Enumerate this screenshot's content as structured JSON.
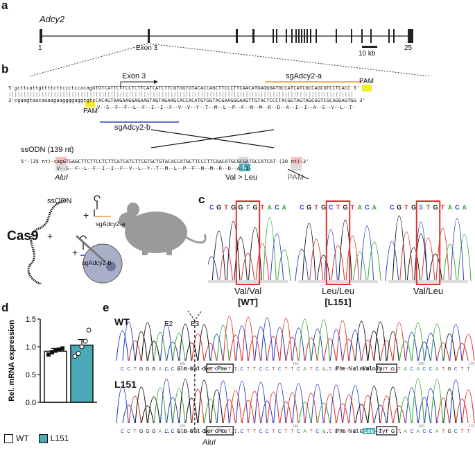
{
  "panels": {
    "a": "a",
    "b": "b",
    "c": "c",
    "d": "d",
    "e": "e"
  },
  "panel_a": {
    "gene": "Adcy2",
    "start_label": "1",
    "end_label": "25",
    "exon_label": "Exon 3",
    "scale_label": "10 kb"
  },
  "panel_b": {
    "exon3": "Exon 3",
    "sg_a": "sgAdcy2-a",
    "sg_b": "sgAdcy2-b",
    "pam_top": "PAM",
    "pam_bottom": "PAM",
    "top_strand": "5'gcttcattgttttcttccctccacagGTGTCATTCTTCCTCTTCATCATCTTCGTGGTGTACACCAGCTTCCCTTCAACATGAGGGATGCCATCATCGCCAGCGTCCTCACC 5'",
    "bottom_strand": "3'cgaagtaacaaaagaaggggaggtgtcCACAGTAAGAAGGAGAAGTAGTAGAAGCACCACATGTGGTACGAAGGGAAGTTGTACTCCCTACGGTAGTAGCGGTCGCAGGAGTGG 3'",
    "aa_line": "V--S--F--F--L--F--I--I--F--V--V--Y--T--M--L--P--F--N--M--R--D--A--I--I--A--S--V--L--T-",
    "ssodn_title": "ssODN (139 nt)",
    "ssodn_seq": "5'-(35 nt)-cagGTGAGCTTCTTCCTCTTCATCATCTTCGTGCTGTACACCATGCTTCCCTTCAACATGCGCGATGCCATCAT-(30 nt)-3'",
    "ssodn_aa": "V--S--F--L--F--I--I--F--V--L--Y--T--M--L--P--F--N--M--R--D--A--I-",
    "alui": "AluI",
    "val_leu": "Val > Leu",
    "pam_struck": "PAM",
    "leu_box": "L",
    "ssodn_label": "ssODN",
    "cas9": "Cas9",
    "plus": "+",
    "sg_a_small": "sgAdcy2-a",
    "sg_b_small": "sgAdcy2-b"
  },
  "panel_c": {
    "traces": [
      {
        "seq": [
          "C",
          "G",
          "T",
          "G",
          "G",
          "T",
          "G",
          "T",
          "A",
          "C",
          "A"
        ],
        "genotype": "Val/Val",
        "tag": "[WT]"
      },
      {
        "seq": [
          "C",
          "G",
          "T",
          "G",
          "C",
          "T",
          "G",
          "T",
          "A",
          "C",
          "A"
        ],
        "genotype": "Leu/Leu",
        "tag": "[L151]"
      },
      {
        "seq": [
          "C",
          "G",
          "T",
          "G",
          "S",
          "T",
          "G",
          "T",
          "A",
          "C",
          "A"
        ],
        "genotype": "Val/Leu",
        "tag": ""
      }
    ]
  },
  "chart_data": {
    "type": "bar",
    "categories": [
      "WT",
      "L151"
    ],
    "values": [
      0.92,
      1.03
    ],
    "errors": [
      0.05,
      0.1
    ],
    "points": [
      [
        0.86,
        0.9,
        0.93,
        0.95,
        0.97
      ],
      [
        0.83,
        0.88,
        1.0,
        1.1,
        1.3
      ]
    ],
    "ylabel": "Rel. mRNA expression",
    "ylim": [
      0,
      1.5
    ],
    "yticks": [
      "0.0",
      "0.5",
      "1.0",
      "1.5"
    ],
    "legend": [
      "WT",
      "L151"
    ],
    "colors": {
      "WT": "#ffffff",
      "L151": "#4aa9b5"
    }
  },
  "panel_e": {
    "wt": "WT",
    "l151": "L151",
    "e2": "E2",
    "e3": "E3",
    "wt_seq": "CCTGGGACCAGGTGTCATTCTTCCTCTTCATCATCTTCGTGGTGTACACCATGCTT",
    "l151_seq": "CCTGGGACCAGGTGAGCTTCTTCCTCTTCATCATCTTCGTGCTGTACACCATGCTT",
    "pos": [
      "120",
      "140",
      "160",
      "170"
    ],
    "wt_aa1": "... Gln-Val-Ser-Phe ...",
    "wt_aa2": "... Phe-Val-",
    "wt_aa_bold": "Val",
    "wt_aa3": "-Tyr ...",
    "l151_aa1": "... Gln-Val-Ser-Phe ...",
    "l151_aa2": "... Phe-Val-",
    "l151_aa_box": "Leu",
    "l151_aa3": "-Tyr ...",
    "wt_box1": "TCAT",
    "wt_box2": "GTG",
    "l151_box1": "AGCT",
    "l151_box2": "CTG",
    "alui": "AluI"
  }
}
